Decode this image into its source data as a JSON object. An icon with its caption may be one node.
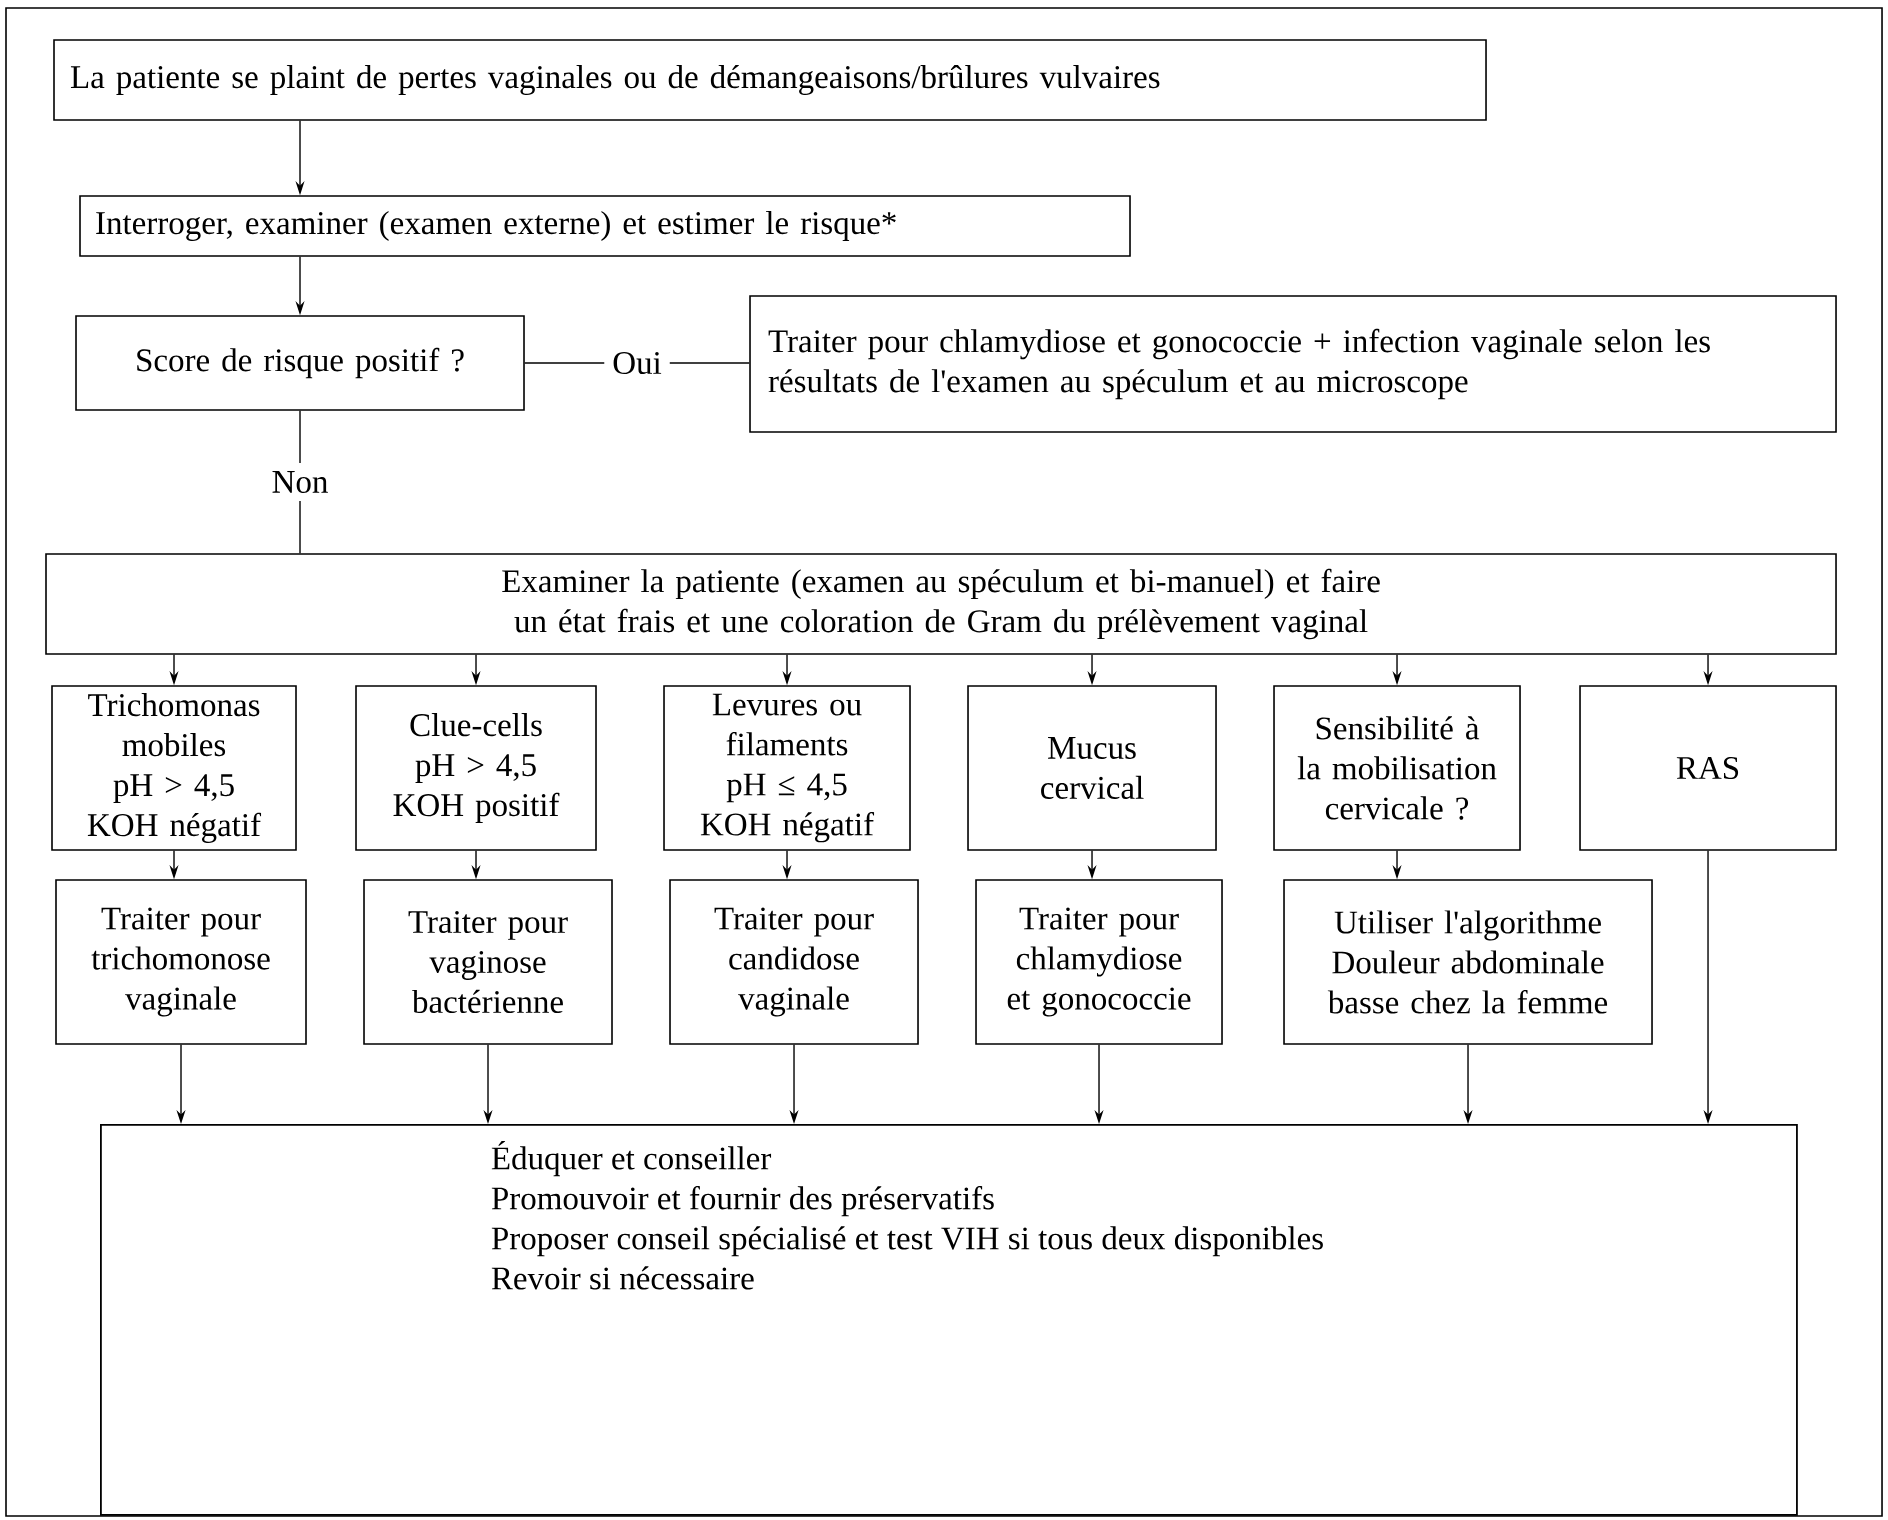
{
  "diagram": {
    "nodes": [
      {
        "text": [
          "La patiente se plaint de pertes vaginales ou de démangeaisons/brûlures vulvaires"
        ]
      },
      {
        "text": [
          "Interroger, examiner (examen externe) et estimer le risque*"
        ]
      },
      {
        "text": [
          "Score de risque positif ?"
        ]
      },
      {
        "text": [
          "Traiter pour chlamydiose et gonococcie + infection vaginale selon les résultats de l'examen au spéculum et au microscope"
        ]
      },
      {
        "text": [
          "Examiner la patiente (examen au spéculum et bi-manuel) et faire un état frais et une coloration de Gram du prélèvement vaginal"
        ]
      },
      {
        "text": [
          "Trichomonas mobiles",
          "pH > 4,5",
          "KOH négatif"
        ]
      },
      {
        "text": [
          "Clue-cells",
          "pH > 4,5",
          "KOH positif"
        ]
      },
      {
        "text": [
          "Levures ou filaments",
          "pH ≤ 4,5",
          "KOH négatif"
        ]
      },
      {
        "text": [
          "Mucus cervical"
        ]
      },
      {
        "text": [
          "Sensibilité à la mobilisation cervicale ?"
        ]
      },
      {
        "text": [
          "RAS"
        ]
      },
      {
        "text": [
          "Traiter pour trichomonose vaginale"
        ]
      },
      {
        "text": [
          "Traiter pour vaginose bactérienne"
        ]
      },
      {
        "text": [
          "Traiter pour candidose vaginale"
        ]
      },
      {
        "text": [
          "Traiter pour chlamydiose et gonococcie"
        ]
      },
      {
        "text": [
          "Utiliser l'algorithme",
          "Douleur abdominale basse chez la femme"
        ]
      },
      {
        "text": [
          "Éduquer et conseiller",
          "Promouvoir et fournir des préservatifs",
          "Proposer conseil spécialisé et test VIH si tous deux disponibles",
          "Revoir si nécessaire"
        ]
      }
    ],
    "edges": [
      {
        "from": 0,
        "to": 1,
        "arrow": "to"
      },
      {
        "from": 1,
        "to": 2,
        "arrow": "to"
      },
      {
        "from": 2,
        "to": 3,
        "arrow": "none",
        "label": "Oui"
      },
      {
        "from": 2,
        "to": 4,
        "arrow": "none",
        "label": "Non"
      },
      {
        "from": 4,
        "to": 5,
        "arrow": "to"
      },
      {
        "from": 4,
        "to": 6,
        "arrow": "to"
      },
      {
        "from": 4,
        "to": 7,
        "arrow": "to"
      },
      {
        "from": 4,
        "to": 8,
        "arrow": "to"
      },
      {
        "from": 4,
        "to": 9,
        "arrow": "to"
      },
      {
        "from": 4,
        "to": 10,
        "arrow": "to"
      },
      {
        "from": 5,
        "to": 11,
        "arrow": "to"
      },
      {
        "from": 6,
        "to": 12,
        "arrow": "to"
      },
      {
        "from": 7,
        "to": 13,
        "arrow": "to"
      },
      {
        "from": 8,
        "to": 14,
        "arrow": "to"
      },
      {
        "from": 9,
        "to": 15,
        "arrow": "to"
      },
      {
        "from": 11,
        "to": 16,
        "arrow": "to"
      },
      {
        "from": 12,
        "to": 16,
        "arrow": "to"
      },
      {
        "from": 13,
        "to": 16,
        "arrow": "to"
      },
      {
        "from": 14,
        "to": 16,
        "arrow": "to"
      },
      {
        "from": 15,
        "to": 16,
        "arrow": "to"
      },
      {
        "from": 10,
        "to": 16,
        "arrow": "to"
      }
    ]
  }
}
